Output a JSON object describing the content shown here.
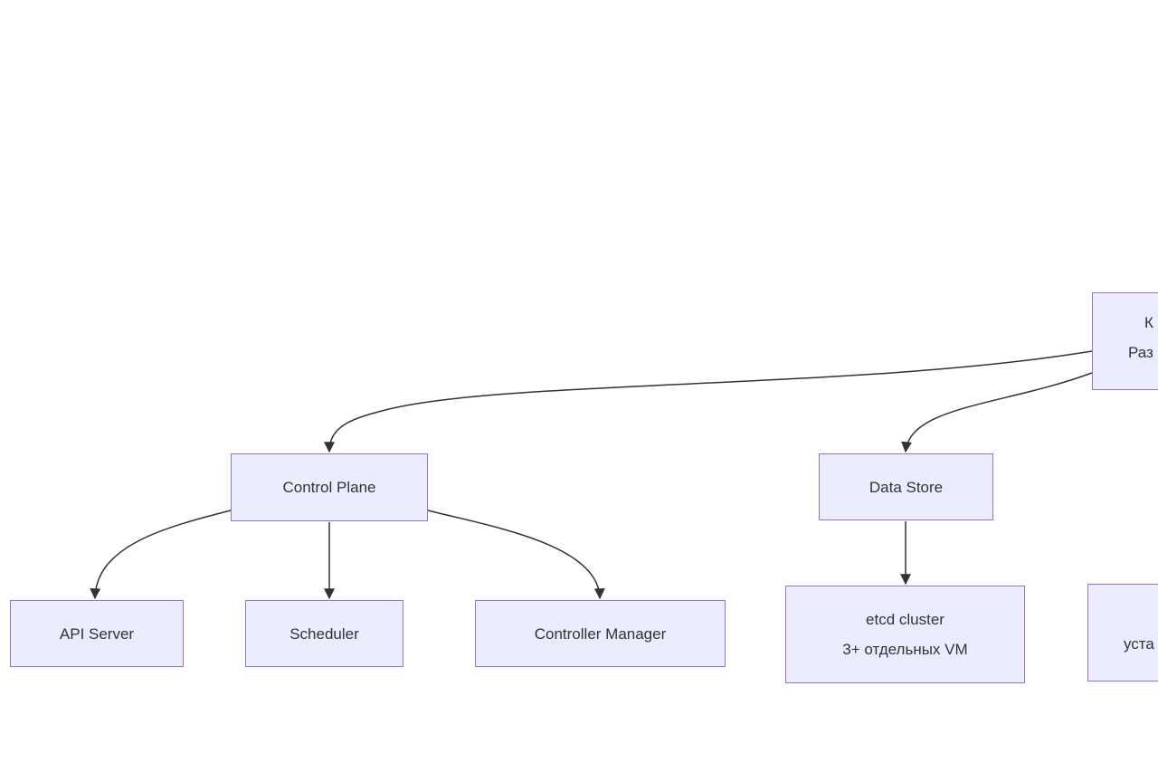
{
  "diagram": {
    "type": "flowchart-top-down",
    "colors": {
      "background": "#ffffff",
      "node_fill": "#ECECFF",
      "node_border": "#9370DB",
      "text": "#333333",
      "edge": "#333333"
    },
    "nodes": {
      "root_partial": {
        "lines": [
          "К",
          "Раз"
        ]
      },
      "control_plane": {
        "label": "Control Plane"
      },
      "data_store": {
        "label": "Data Store"
      },
      "api_server": {
        "label": "API Server"
      },
      "scheduler": {
        "label": "Scheduler"
      },
      "controller_manager": {
        "label": "Controller Manager"
      },
      "etcd_cluster": {
        "lines": [
          "etcd cluster",
          "3+ отдельных VM"
        ]
      },
      "bottom_right_partial": {
        "lines": [
          "",
          "уста"
        ]
      }
    },
    "edges": [
      {
        "from": "root_partial",
        "to": "control_plane"
      },
      {
        "from": "root_partial",
        "to": "data_store"
      },
      {
        "from": "control_plane",
        "to": "api_server"
      },
      {
        "from": "control_plane",
        "to": "scheduler"
      },
      {
        "from": "control_plane",
        "to": "controller_manager"
      },
      {
        "from": "data_store",
        "to": "etcd_cluster"
      }
    ]
  }
}
